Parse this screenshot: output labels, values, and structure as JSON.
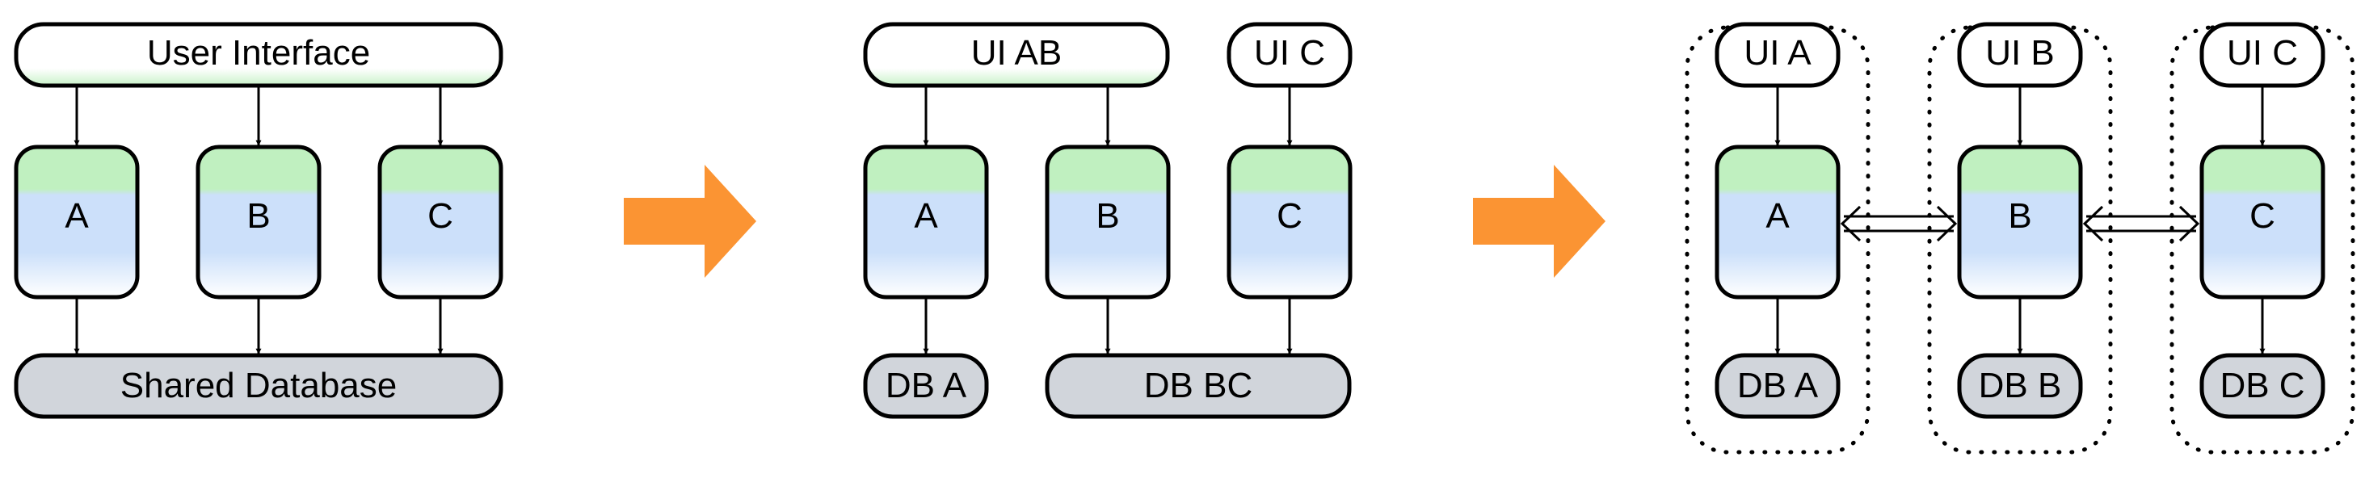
{
  "colors": {
    "stroke": "#000000",
    "service_top": "#c0f0c0",
    "service_mid": "#cce0fa",
    "service_bottom": "#ffffff",
    "ui_fill": "#ffffff",
    "ui_fade": "#e0f8e0",
    "database_fill": "#d1d5db",
    "transition_arrow": "#fb9433"
  },
  "stage1": {
    "ui_label": "User Interface",
    "services": [
      "A",
      "B",
      "C"
    ],
    "database_label": "Shared Database"
  },
  "stage2": {
    "ui_labels": [
      "UI AB",
      "UI C"
    ],
    "services": [
      "A",
      "B",
      "C"
    ],
    "database_labels": [
      "DB A",
      "DB BC"
    ]
  },
  "stage3": {
    "ui_labels": [
      "UI A",
      "UI B",
      "UI C"
    ],
    "services": [
      "A",
      "B",
      "C"
    ],
    "database_labels": [
      "DB A",
      "DB B",
      "DB C"
    ]
  }
}
